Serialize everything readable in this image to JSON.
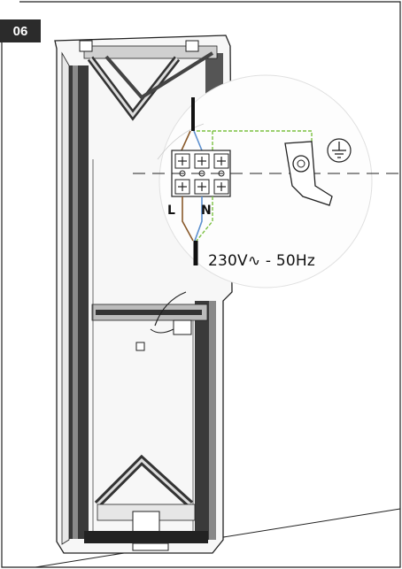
{
  "step": {
    "number": "06"
  },
  "terminal": {
    "live_label": "L",
    "neutral_label": "N"
  },
  "supply": {
    "label": "230V∿ - 50Hz"
  },
  "icons": {
    "earth": "earth-ground-symbol",
    "bracket": "earth-bracket"
  },
  "colors": {
    "badge": "#2b2b2b",
    "earth_wire": "#7cc142",
    "neutral_wire": "#5b8fcf",
    "live_wire": "#8a5a2b"
  }
}
